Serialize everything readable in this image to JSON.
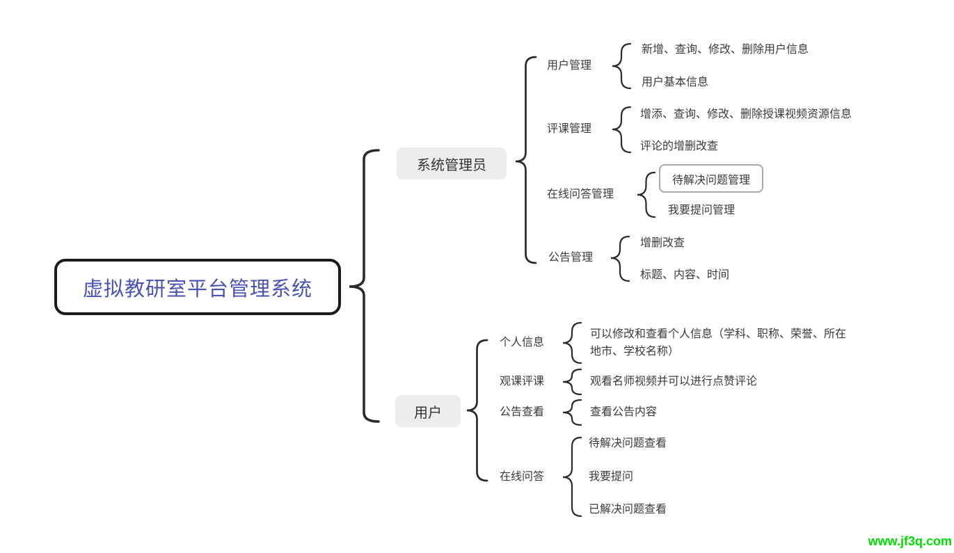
{
  "colors": {
    "root_text": "#4a52b3",
    "node_background": "#ededed",
    "line": "#2a2a2a",
    "watermark": "#00dd00"
  },
  "root": {
    "label": "虚拟教研室平台管理系统"
  },
  "branches": [
    {
      "label": "系统管理员",
      "children": [
        {
          "label": "用户管理",
          "leaves": [
            "新增、查询、修改、删除用户信息",
            "用户基本信息"
          ]
        },
        {
          "label": "评课管理",
          "leaves": [
            "增添、查询、修改、删除授课视频资源信息",
            "评论的增删改查"
          ]
        },
        {
          "label": "在线问答管理",
          "leaves": [
            "待解决问题管理",
            "我要提问管理"
          ]
        },
        {
          "label": "公告管理",
          "leaves": [
            "增删改查",
            "标题、内容、时间"
          ]
        }
      ]
    },
    {
      "label": "用户",
      "children": [
        {
          "label": "个人信息",
          "leaves": [
            "可以修改和查看个人信息（学科、职称、荣誉、所在地市、学校名称）"
          ]
        },
        {
          "label": "观课评课",
          "leaves": [
            "观看名师视频并可以进行点赞评论"
          ]
        },
        {
          "label": "公告查看",
          "leaves": [
            "查看公告内容"
          ]
        },
        {
          "label": "在线问答",
          "leaves": [
            "待解决问题查看",
            "我要提问",
            "已解决问题查看"
          ]
        }
      ]
    }
  ],
  "watermark": "www.jf3q.com"
}
